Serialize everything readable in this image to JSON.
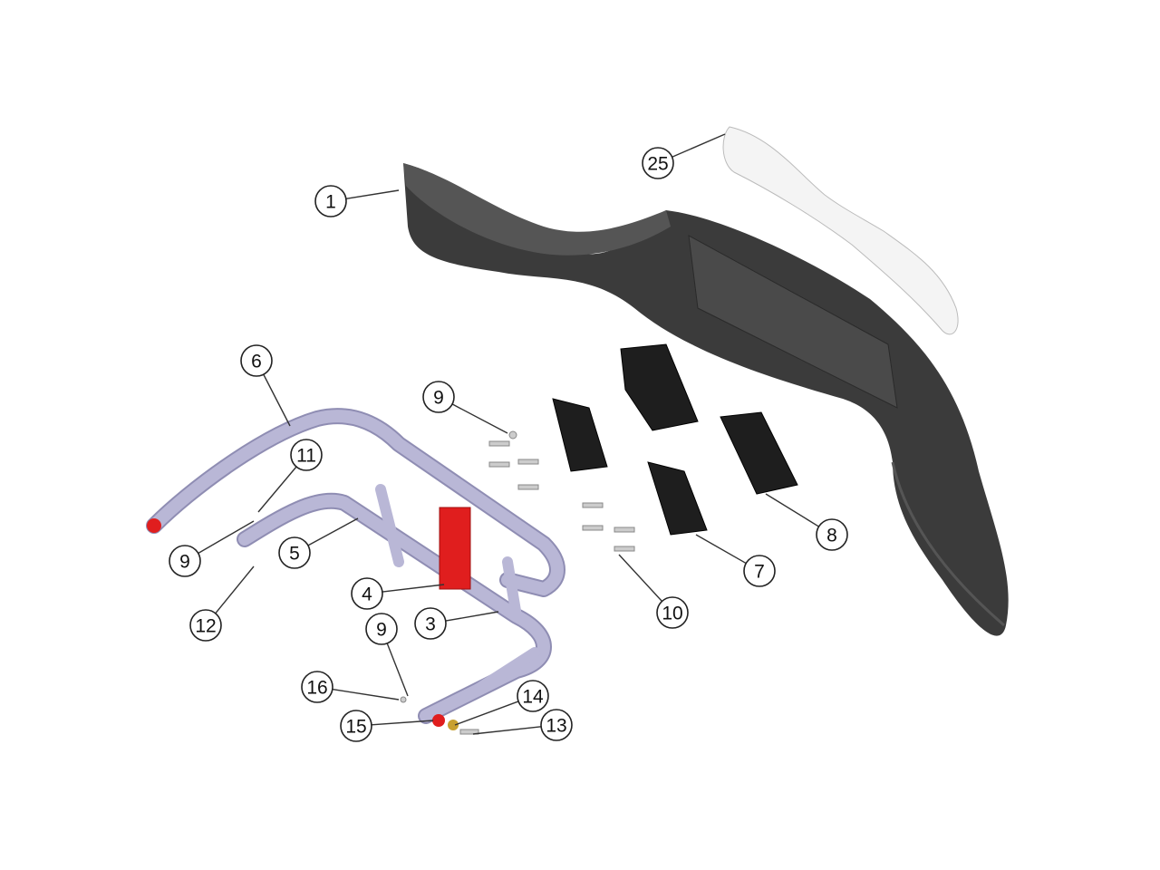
{
  "diagram": {
    "type": "exploded-parts-diagram",
    "callouts": [
      "1",
      "25",
      "6",
      "9",
      "11",
      "9",
      "5",
      "12",
      "4",
      "3",
      "9",
      "16",
      "15",
      "14",
      "13",
      "10",
      "7",
      "8"
    ],
    "colors": {
      "fender": "#3a3a3a",
      "liner": "#f2f2f2",
      "rack": "#b9b7d6",
      "block": "#e01e1e",
      "bracket": "#1e1e1e",
      "washer": "#c8a030"
    }
  }
}
